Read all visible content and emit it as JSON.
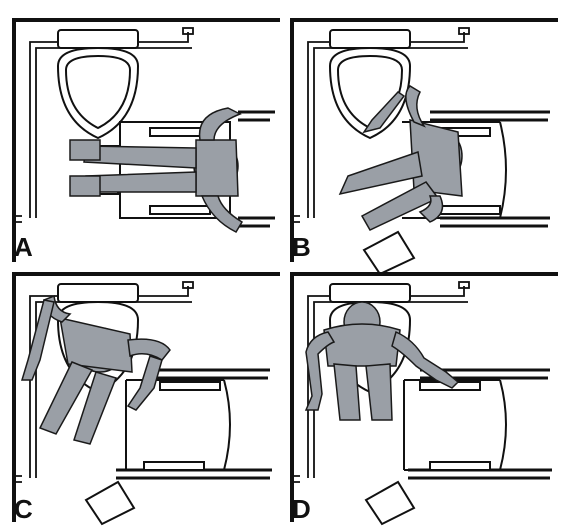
{
  "figure": {
    "panels": [
      {
        "letter": "A"
      },
      {
        "letter": "B"
      },
      {
        "letter": "C"
      },
      {
        "letter": "D"
      }
    ]
  },
  "colors": {
    "ink": "#111111",
    "figure_fill": "#9a9fa6",
    "figure_stroke": "#1a1a1a",
    "paper": "#ffffff"
  }
}
